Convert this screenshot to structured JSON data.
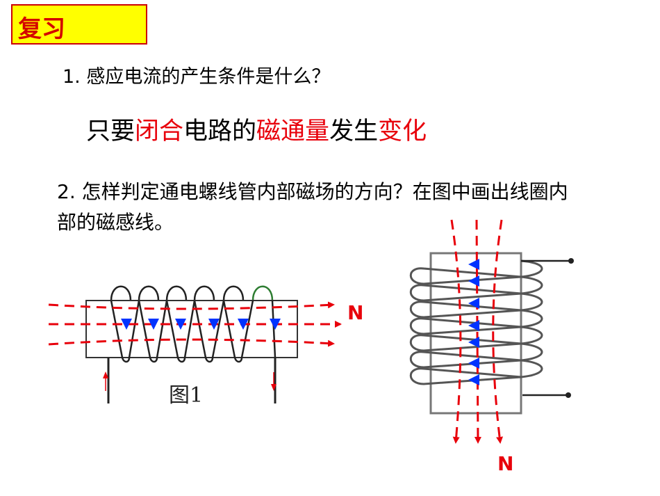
{
  "title": "复习",
  "question1": "1. 感应电流的产生条件是什么？",
  "answer1": {
    "p1": "只要",
    "p2": "闭合",
    "p3": "电路的",
    "p4": "磁通量",
    "p5": "发生",
    "p6": "变化"
  },
  "question2": "2. 怎样判定通电螺线管内部磁场的方向？在图中画出线圈内部的磁感线。",
  "figure1": {
    "caption": "图1",
    "pole_label": "N"
  },
  "figure2": {
    "pole_label": "N"
  },
  "colors": {
    "red": "#e8000b",
    "blue": "#0033ff",
    "title_bg": "#ffff00"
  }
}
